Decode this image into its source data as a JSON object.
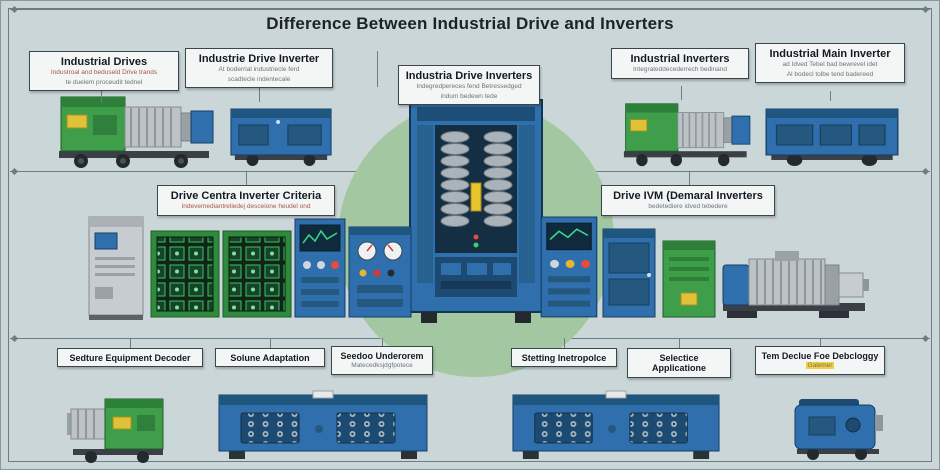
{
  "title": "Difference Between Industrial Drive and Inverters",
  "top_labels": {
    "drives": {
      "title": "Industrial Drives",
      "sub1": "Industroal and beduseld Drive trands",
      "sub2": "te duelem proceudit tednel"
    },
    "drive_inverter": {
      "title": "Industrie Drive Inverter",
      "sub1": "At boderrial industriecle ferd",
      "sub2": "scadtecle indentecale"
    },
    "center": {
      "title": "Industria Drive Inverters",
      "sub1": "Indegredpereces fend Betressedged",
      "sub2": "indum bedewn tede"
    },
    "inverters": {
      "title": "Industrial Inverters",
      "sub1": "Integrateddecederrech bedinand"
    },
    "main_inverter": {
      "title": "Industrial Main Inverter",
      "sub1": "ad Idved Tebel bad bewrevel idet",
      "sub2": "Al bodecl tolbe tend badereed"
    }
  },
  "mid_labels": {
    "left": {
      "title": "Drive Centra Inverter Criteria",
      "sub1": "Indevemediantreliedej desceione heudel ond"
    },
    "right": {
      "title": "Drive IVM (Demaral Inverters",
      "sub1": "bedetediere idved tebedere"
    }
  },
  "bottom_labels": [
    {
      "title": "Sedture Equipment Decoder"
    },
    {
      "title": "Solune Adaptation"
    },
    {
      "title": "Seedoo Underorem",
      "line2": "Matecedksjdgfpotece"
    },
    {
      "title": "Stetting Inetropolce"
    },
    {
      "title": "Selectice Applicatione"
    },
    {
      "title": "Tem Declue Foe Debcloggy",
      "line2": "Galemer"
    }
  ],
  "colors": {
    "background": "#cbd6d8",
    "frame": "#6b7e82",
    "machine_blue": "#2f6fae",
    "machine_green": "#3f9e4a",
    "halo_green": "#a3c7a0",
    "label_bg": "#f4f6f5",
    "title_color": "#1b2328",
    "accent_yellow": "#f3d03a"
  }
}
